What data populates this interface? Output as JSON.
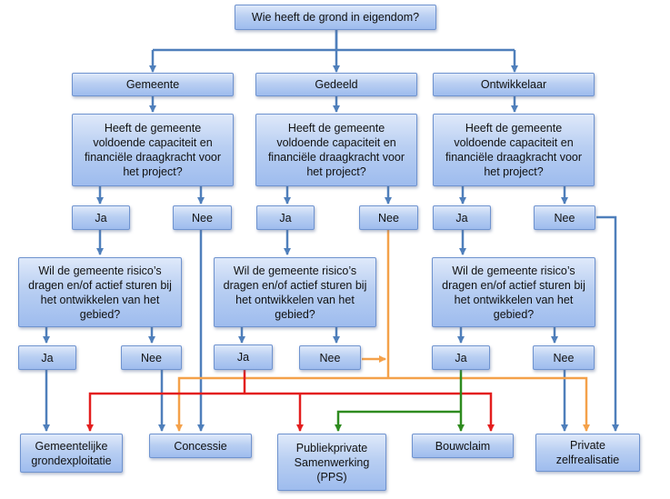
{
  "root": {
    "label": "Wie heeft de grond in eigendom?"
  },
  "owners": [
    {
      "label": "Gemeente"
    },
    {
      "label": "Gedeeld"
    },
    {
      "label": "Ontwikkelaar"
    }
  ],
  "capacity_question": {
    "label": "Heeft de gemeente voldoende capaciteit en financiële draagkracht voor het project?"
  },
  "risk_question": {
    "label": "Wil de gemeente risico’s dragen en/of actief sturen bij het ontwikkelen van het gebied?"
  },
  "answers": {
    "yes": "Ja",
    "no": "Nee"
  },
  "outcomes": [
    {
      "label": "Gemeentelijke grondexploitatie"
    },
    {
      "label": "Concessie"
    },
    {
      "label": "Publiekprivate Samenwerking (PPS)"
    },
    {
      "label": "Bouwclaim"
    },
    {
      "label": "Private zelfrealisatie"
    }
  ],
  "colors": {
    "blue_arrow": "#4f7fbb",
    "orange_arrow": "#f4a14a",
    "red_arrow": "#e31e1e",
    "green_arrow": "#2e8b1f",
    "node_border": "#6f93cf"
  }
}
